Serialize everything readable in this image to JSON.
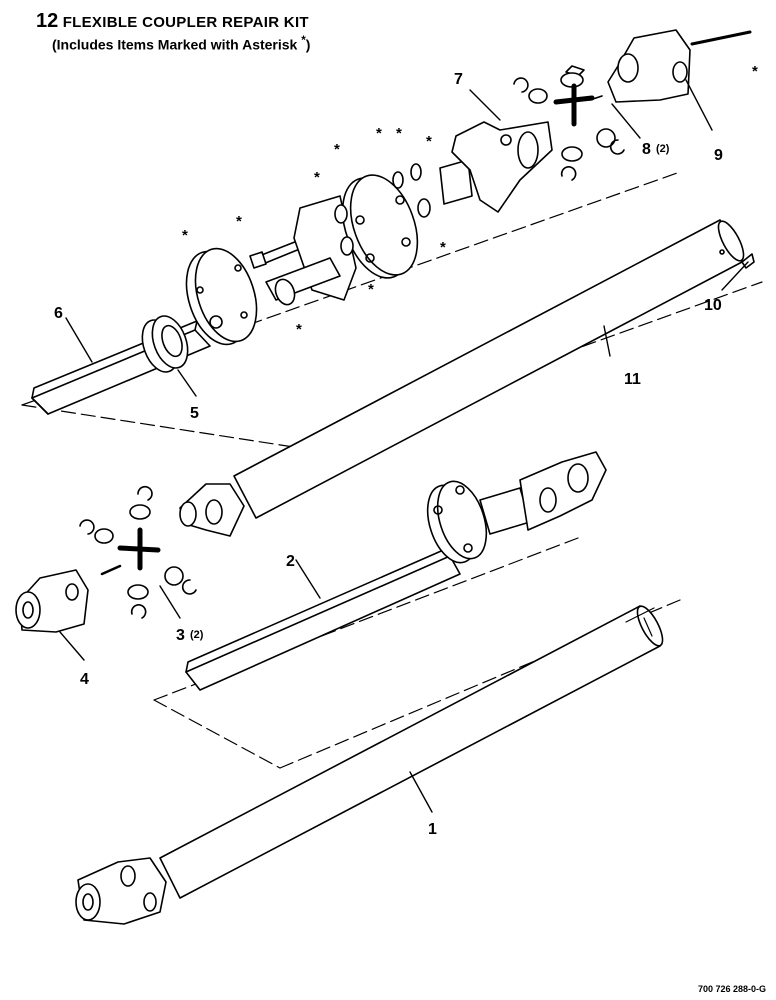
{
  "header": {
    "kit_number": "12",
    "kit_title": "FLEXIBLE COUPLER REPAIR KIT",
    "subtitle_prefix": "(Includes Items Marked with Asterisk ",
    "subtitle_star": "*",
    "subtitle_suffix": ")"
  },
  "callouts": [
    {
      "id": "1",
      "label": "1"
    },
    {
      "id": "2",
      "label": "2"
    },
    {
      "id": "3",
      "label": "3",
      "qty": "(2)"
    },
    {
      "id": "4",
      "label": "4"
    },
    {
      "id": "5",
      "label": "5"
    },
    {
      "id": "6",
      "label": "6"
    },
    {
      "id": "7",
      "label": "7"
    },
    {
      "id": "8",
      "label": "8",
      "qty": "(2)"
    },
    {
      "id": "9",
      "label": "9"
    },
    {
      "id": "10",
      "label": "10"
    },
    {
      "id": "11",
      "label": "11"
    }
  ],
  "asterisk": "*",
  "reference_number": "700 726 288-0-G"
}
